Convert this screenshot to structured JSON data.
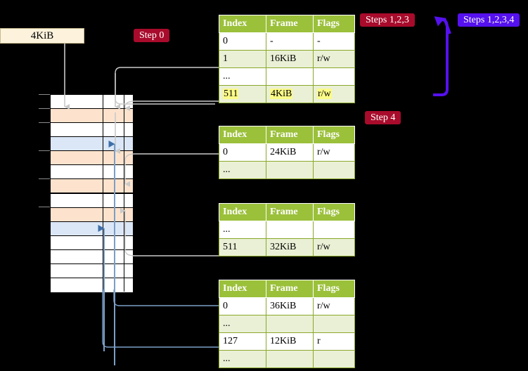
{
  "title": "Multi-level page table walk diagram",
  "labels": {
    "size_box": "4KiB",
    "step0": "Step 0",
    "step4": "Step 4",
    "steps123": "Steps 1,2,3",
    "steps1234": "Steps 1,2,3,4"
  },
  "colors": {
    "badge_dark_red": "#a80b2b",
    "badge_blue": "#5511ee",
    "table_header": "#9bc03a",
    "table_alt_row": "#eaf0d5",
    "highlight_yellow": "#fbfb88",
    "size_box_bg": "#fdf3dc",
    "mem_orange": "#fde3cd",
    "mem_blue": "#dbe7f7",
    "background": "#000000",
    "wire_gray": "#c9c9c9",
    "wire_blue": "#7b9fc7",
    "bracket_blue": "#5511ee"
  },
  "tables": [
    {
      "name": "pml4-table",
      "headers": [
        "Index",
        "Frame",
        "Flags"
      ],
      "rows": [
        {
          "index": "0",
          "frame": "-",
          "flags": "-",
          "style": "plain"
        },
        {
          "index": "1",
          "frame": "16KiB",
          "flags": "r/w",
          "style": "alt"
        },
        {
          "index": "...",
          "frame": "",
          "flags": "",
          "style": "plain"
        },
        {
          "index": "511",
          "frame": "4KiB",
          "flags": "r/w",
          "style": "hl"
        }
      ]
    },
    {
      "name": "pdp-table",
      "headers": [
        "Index",
        "Frame",
        "Flags"
      ],
      "rows": [
        {
          "index": "0",
          "frame": "24KiB",
          "flags": "r/w",
          "style": "plain"
        },
        {
          "index": "...",
          "frame": "",
          "flags": "",
          "style": "alt"
        }
      ]
    },
    {
      "name": "pd-table",
      "headers": [
        "Index",
        "Frame",
        "Flags"
      ],
      "rows": [
        {
          "index": "...",
          "frame": "",
          "flags": "",
          "style": "plain"
        },
        {
          "index": "511",
          "frame": "32KiB",
          "flags": "r/w",
          "style": "alt"
        }
      ]
    },
    {
      "name": "pt-table",
      "headers": [
        "Index",
        "Frame",
        "Flags"
      ],
      "rows": [
        {
          "index": "0",
          "frame": "36KiB",
          "flags": "r/w",
          "style": "plain"
        },
        {
          "index": "...",
          "frame": "",
          "flags": "",
          "style": "alt"
        },
        {
          "index": "127",
          "frame": "12KiB",
          "flags": "r",
          "style": "plain"
        },
        {
          "index": "...",
          "frame": "",
          "flags": "",
          "style": "alt"
        }
      ]
    }
  ],
  "memory_grid": {
    "name": "physical-memory-column",
    "rows": [
      {
        "fill": "white"
      },
      {
        "fill": "orange"
      },
      {
        "fill": "white"
      },
      {
        "fill": "blue"
      },
      {
        "fill": "orange"
      },
      {
        "fill": "white"
      },
      {
        "fill": "orange"
      },
      {
        "fill": "white"
      },
      {
        "fill": "orange"
      },
      {
        "fill": "blue"
      },
      {
        "fill": "white"
      },
      {
        "fill": "white"
      },
      {
        "fill": "white"
      },
      {
        "fill": "white"
      }
    ]
  }
}
